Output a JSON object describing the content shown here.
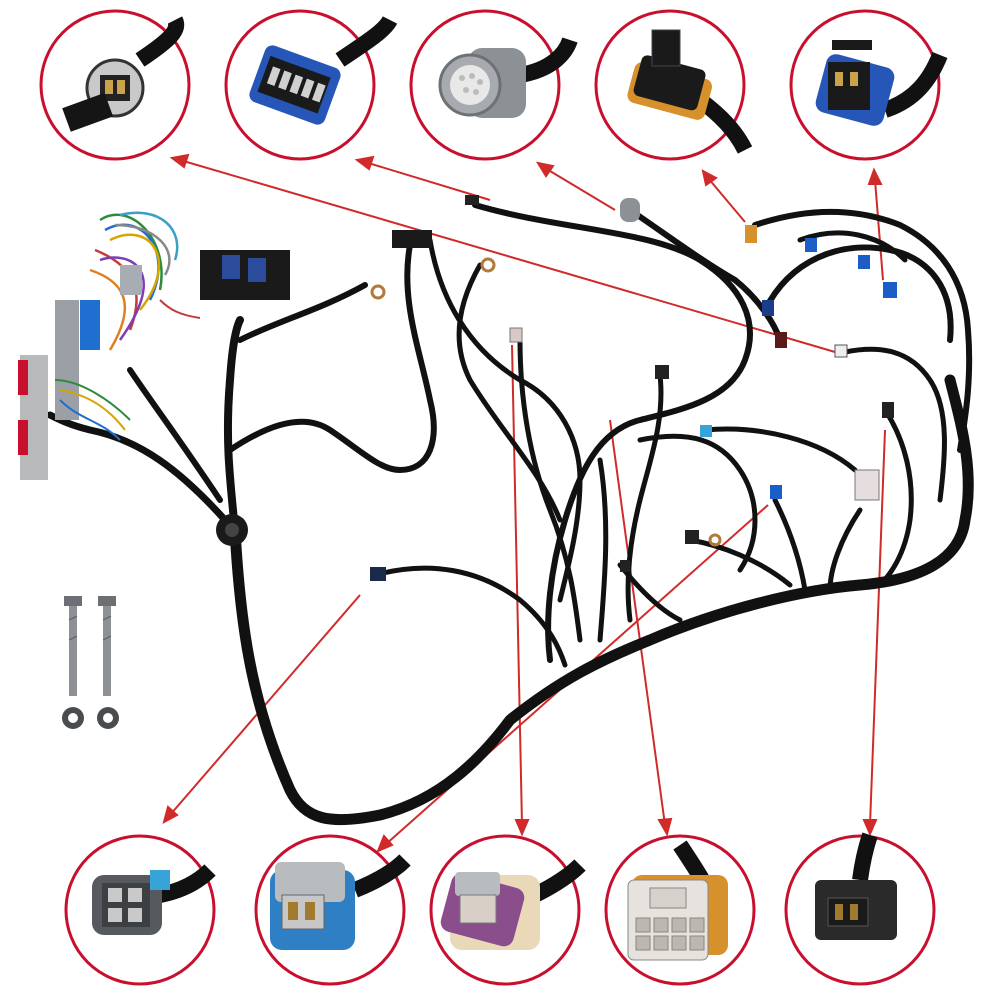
{
  "image": {
    "subject": "wiring-harness-product-photo",
    "background_color": "#ffffff",
    "callout_ring_color": "#c8102e",
    "arrow_color": "#d12a2a",
    "wire_color": "#111111"
  },
  "callouts": [
    {
      "id": "top-1",
      "connector": "round-2-pin-plug-icon"
    },
    {
      "id": "top-2",
      "connector": "blue-5-pin-plug-icon"
    },
    {
      "id": "top-3",
      "connector": "gray-round-multi-pin-plug-icon"
    },
    {
      "id": "top-4",
      "connector": "orange-seal-3-pin-plug-icon"
    },
    {
      "id": "top-5",
      "connector": "blue-2-pin-plug-icon"
    },
    {
      "id": "bottom-1",
      "connector": "gray-4-pin-plug-icon"
    },
    {
      "id": "bottom-2",
      "connector": "gray-2-pin-plug-icon"
    },
    {
      "id": "bottom-3",
      "connector": "purple-3-pin-plug-icon"
    },
    {
      "id": "bottom-4",
      "connector": "white-8-pin-plug-icon"
    },
    {
      "id": "bottom-5",
      "connector": "black-injector-plug-icon"
    }
  ],
  "accessories": [
    "bolt-icon",
    "bolt-icon",
    "lock-washer-icon",
    "lock-washer-icon"
  ]
}
